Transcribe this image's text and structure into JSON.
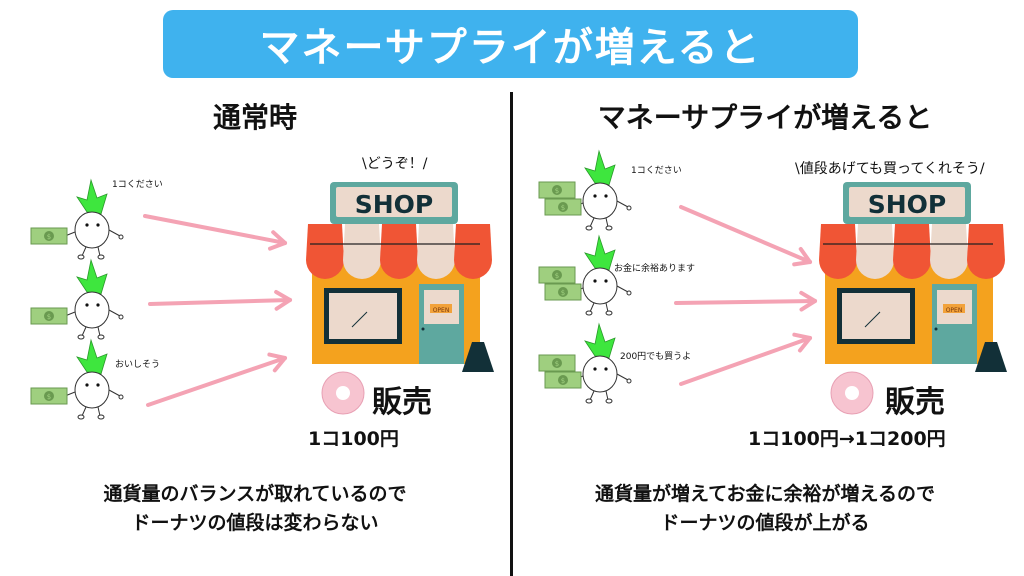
{
  "title": "マネーサプライが増えると",
  "colors": {
    "banner": "#3fb2ee",
    "arrow": "#f4a3b4",
    "leaf": "#3ee63e",
    "awning_red": "#f05535",
    "shop_body": "#f4a21e",
    "shop_teal": "#5ea89f",
    "sign_bg": "#ecd9cc",
    "dark": "#123038",
    "money": "#9fcf7f"
  },
  "left": {
    "heading": "通常時",
    "customers": [
      {
        "speech": "1コください"
      },
      {
        "speech": ""
      },
      {
        "speech": "おいしそう"
      }
    ],
    "shop_speech": "\\どうぞ！/",
    "shop_sign": "SHOP",
    "open_sign": "OPEN",
    "sell_label": "販売",
    "price": "1コ100円",
    "description": [
      "通貨量のバランスが取れているので",
      "ドーナツの値段は変わらない"
    ]
  },
  "right": {
    "heading": "マネーサプライが増えると",
    "customers": [
      {
        "speech": "1コください"
      },
      {
        "speech": "お金に余裕あります"
      },
      {
        "speech": "200円でも買うよ"
      }
    ],
    "shop_speech": "\\値段あげても買ってくれそう/",
    "shop_sign": "SHOP",
    "open_sign": "OPEN",
    "sell_label": "販売",
    "price": "1コ100円→1コ200円",
    "description": [
      "通貨量が増えてお金に余裕が増えるので",
      "ドーナツの値段が上がる"
    ]
  }
}
